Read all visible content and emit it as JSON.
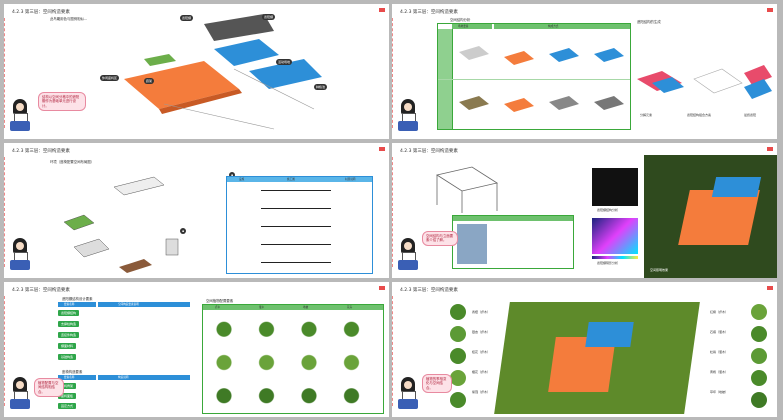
{
  "section_header": "4.2.3 第三层：空间构造要素",
  "pages": {
    "p1": {
      "intro": "此鸟瞰用色与图例相似...",
      "bubble": "结构以空间分格中的遮阳棚作为基础单元进行设计。",
      "tags": [
        "遮阳棚",
        "遮阳棚",
        "休闲座椅区",
        "廊架",
        "活动场地",
        "种植池"
      ]
    },
    "p2": {
      "table_title": "空间结构分析",
      "col_head_1": "场地要素",
      "col_head_2": "构成方式",
      "right_title": "遮阳结构的生成",
      "captions": [
        "分解元素",
        "遮阳结构组合方案",
        "最终遮阳"
      ]
    },
    "p3": {
      "subtitle": "环境（座椅配置空间布局图）",
      "tbl_h1": "设施",
      "tbl_h2": "施工图",
      "tbl_h3": "材质说明"
    },
    "p4": {
      "bubble": "空间结构与立面要素介绍了解。",
      "caption_1": "遮阳棚结构分析",
      "caption_2": "遮阳棚阴影分析",
      "caption_3": "空间照明效果"
    },
    "p5": {
      "tbl1_title": "遮阳棚结构设计要素",
      "tbl1_h1": "要素名称",
      "tbl1_h2": "空间构造要素说明",
      "rows1": [
        "遮阳棚结构",
        "支撑柱构造",
        "连接件构造",
        "棚面材料",
        "基础构造"
      ],
      "tbl2_title": "座椅构造要素",
      "tbl2_h1": "要素名称",
      "tbl2_h2": "构造说明",
      "rows2": [
        "座椅骨架",
        "座椅面板",
        "固定方式"
      ],
      "right_title": "空间植物配置要素",
      "col_names": [
        "乔木",
        "灌木",
        "地被",
        "花卉"
      ],
      "bubble": "植物配置与空间结构相结合。"
    },
    "p6": {
      "plants_left": [
        "香樟（乔木）",
        "银杏（乔木）",
        "桂花（乔木）",
        "樱花（乔木）",
        "紫薇（乔木）"
      ],
      "plants_right": [
        "红枫（乔木）",
        "石楠（灌木）",
        "杜鹃（灌木）",
        "黄杨（灌木）",
        "草坪（地被）"
      ],
      "bubble": "植物的季相变化与空间结合。"
    }
  }
}
